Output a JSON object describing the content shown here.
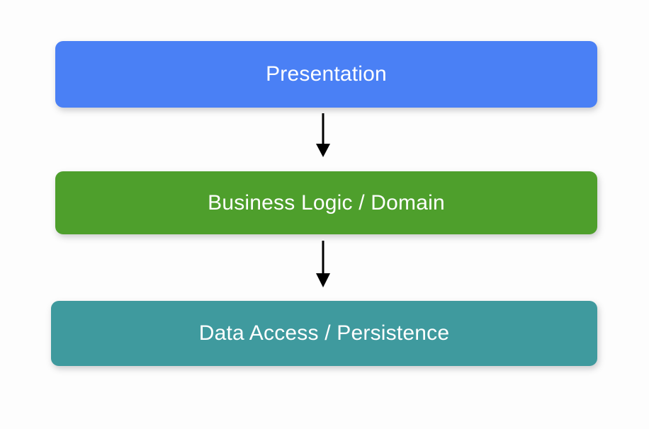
{
  "diagram": {
    "type": "layered-architecture-flow",
    "background_color": "#fdfdfd",
    "orientation": "vertical-top-down",
    "layers": [
      {
        "id": "presentation",
        "label": "Presentation",
        "fill_color": "#4a80f5",
        "text_color": "#ffffff"
      },
      {
        "id": "business-logic",
        "label": "Business Logic / Domain",
        "fill_color": "#4e9f2c",
        "text_color": "#ffffff"
      },
      {
        "id": "data-access",
        "label": "Data Access / Persistence",
        "fill_color": "#3f9a9e",
        "text_color": "#ffffff"
      }
    ],
    "connectors": [
      {
        "id": "presentation-to-business",
        "icon": "down-arrow-icon",
        "from": "presentation",
        "to": "business-logic",
        "color": "#000000"
      },
      {
        "id": "business-to-data",
        "icon": "down-arrow-icon",
        "from": "business-logic",
        "to": "data-access",
        "color": "#000000"
      }
    ]
  }
}
